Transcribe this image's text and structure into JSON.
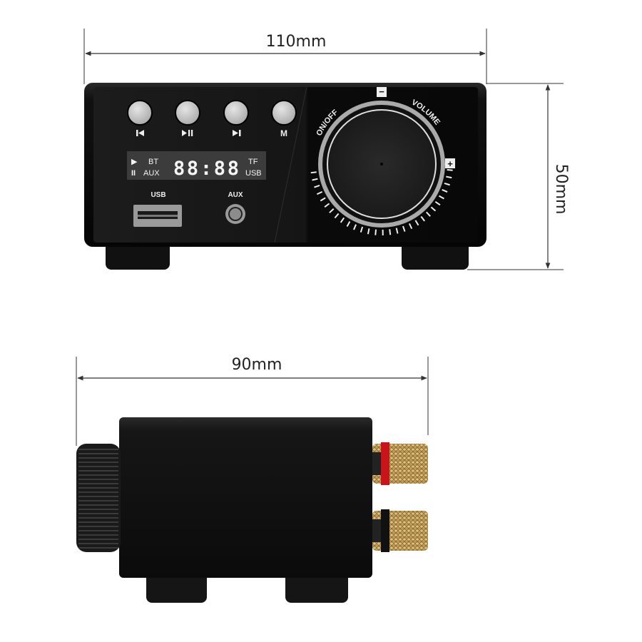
{
  "dimensions": {
    "width": "110mm",
    "height": "50mm",
    "depth": "90mm"
  },
  "front_panel": {
    "buttons": [
      {
        "icon": "previous-track-icon"
      },
      {
        "icon": "play-pause-icon"
      },
      {
        "icon": "next-track-icon"
      },
      {
        "icon": "mode-icon",
        "label": "M"
      }
    ],
    "display": {
      "play_indicator": "▶",
      "pause_indicator": "II",
      "bt": "BT",
      "aux": "AUX",
      "digits": "88:88",
      "tf": "TF",
      "usb": "USB"
    },
    "usb_label": "USB",
    "aux_label": "AUX",
    "knob": {
      "on_off": "ON/OFF",
      "volume": "VOLUME",
      "minus": "−",
      "plus": "+"
    }
  },
  "colors": {
    "body": "#0d0d0d",
    "terminal_red": "#c8141a",
    "terminal_gold": "#c9a55a"
  }
}
